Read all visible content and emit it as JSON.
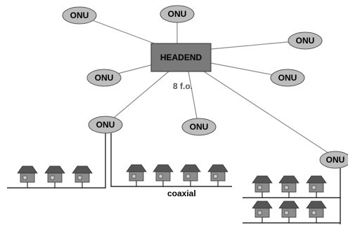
{
  "headend": {
    "label": "HEADEND"
  },
  "fiber_label": "8 f.o.",
  "coax_label": "coaxial",
  "onus": [
    {
      "label": "ONU"
    },
    {
      "label": "ONU"
    },
    {
      "label": "ONU"
    },
    {
      "label": "ONU"
    },
    {
      "label": "ONU"
    },
    {
      "label": "ONU"
    },
    {
      "label": "ONU"
    },
    {
      "label": "ONU"
    }
  ],
  "colors": {
    "onu_fill": "#bdbdbd",
    "headend_fill": "#7a7a7a",
    "house_roof": "#555555",
    "house_body": "#8c8c8c",
    "fiber_line": "#8a8a8a",
    "coax_line": "#000000"
  }
}
